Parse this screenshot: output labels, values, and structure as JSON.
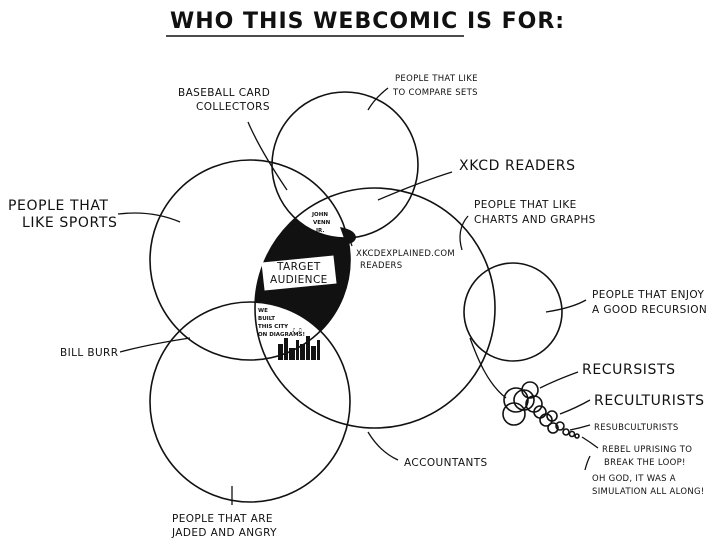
{
  "title": "WHO THIS WEBCOMIC IS FOR:",
  "labels": {
    "baseball_line1": "BASEBALL CARD",
    "baseball_line2": "COLLECTORS",
    "compare_line1": "PEOPLE THAT LIKE",
    "compare_line2": "TO COMPARE SETS",
    "xkcd_readers": "XKCD READERS",
    "sports_line1": "PEOPLE THAT",
    "sports_line2": "LIKE SPORTS",
    "charts_line1": "PEOPLE THAT LIKE",
    "charts_line2": "CHARTS AND GRAPHS",
    "recursion_line1": "PEOPLE THAT ENJOY",
    "recursion_line2": "A GOOD RECURSION",
    "bill_burr": "BILL BURR",
    "accountants": "ACCOUNTANTS",
    "jaded_line1": "PEOPLE THAT ARE",
    "jaded_line2": "JADED AND ANGRY",
    "recursists": "RECURSISTS",
    "reculturists": "RECULTURISTS",
    "resubculturists": "RESUBCULTURISTS",
    "rebel_line1": "REBEL UPRISING TO",
    "rebel_line2": "BREAK THE LOOP!",
    "sim_line1": "OH GOD, IT WAS A",
    "sim_line2": "SIMULATION ALL ALONG!",
    "explained_line1": "XKCDEXPLAINED.COM",
    "explained_line2": "READERS",
    "john_line1": "JOHN",
    "john_line2": "VENN",
    "john_line3": "JR.",
    "target_line1": "TARGET",
    "target_line2": "AUDIENCE",
    "city_line1": "WE",
    "city_line2": "BUILT",
    "city_line3": "THIS CITY",
    "city_line4": "ON DIAGRAMS!"
  },
  "colors": {
    "ink": "#111111",
    "paper": "#ffffff"
  }
}
